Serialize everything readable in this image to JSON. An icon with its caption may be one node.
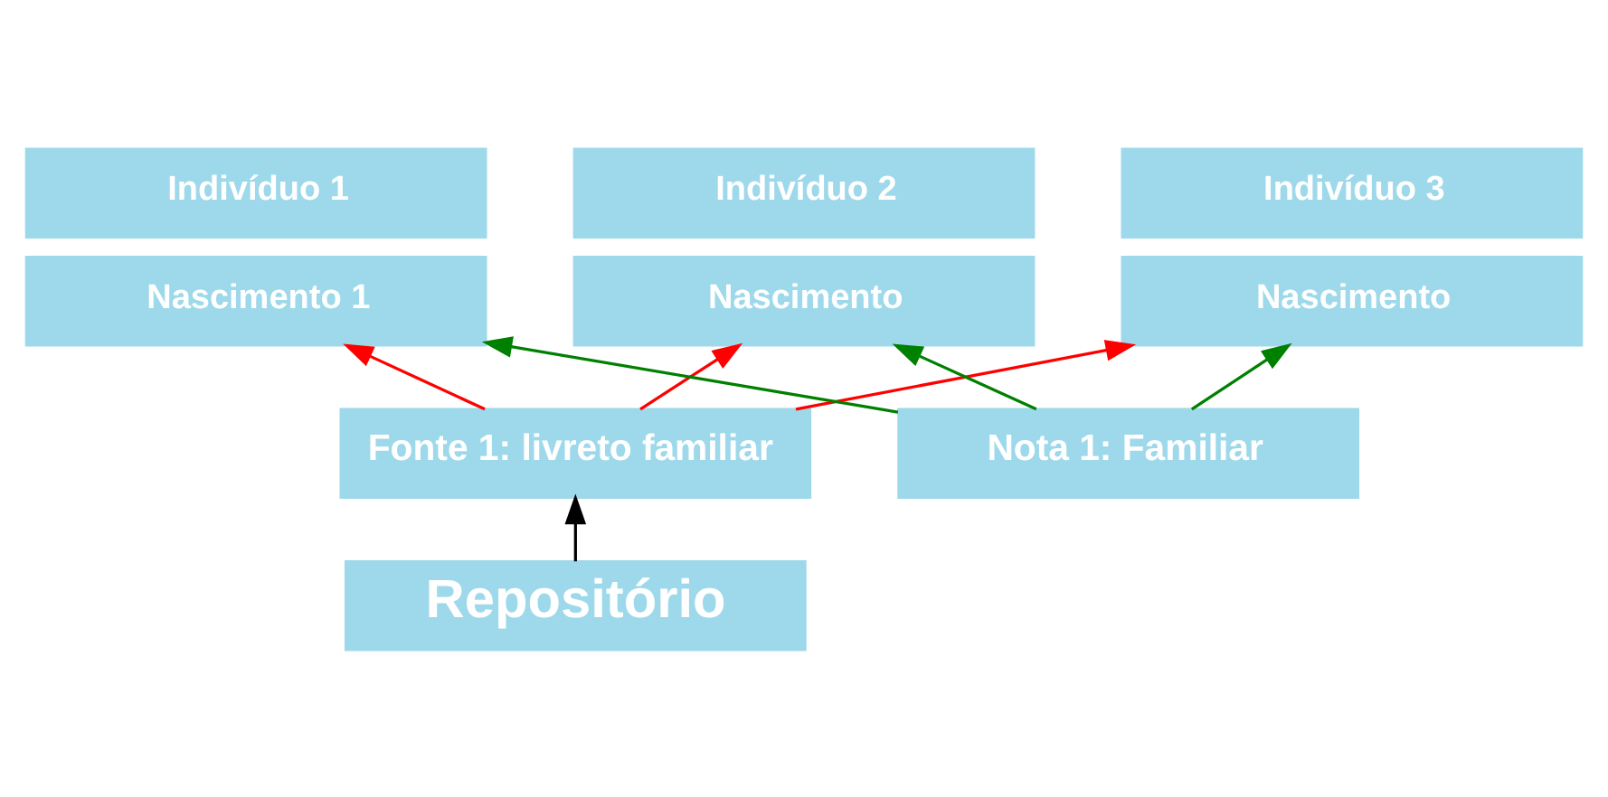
{
  "diagram": {
    "nodes": [
      {
        "text": [
          "Indivíduo 1"
        ]
      },
      {
        "text": [
          "Nascimento 1"
        ]
      },
      {
        "text": [
          "Indivíduo 2"
        ]
      },
      {
        "text": [
          "Nascimento"
        ]
      },
      {
        "text": [
          "Indivíduo 3"
        ]
      },
      {
        "text": [
          "Nascimento"
        ]
      },
      {
        "text": [
          "Fonte 1: livreto familiar"
        ]
      },
      {
        "text": [
          "Nota 1: Familiar"
        ]
      },
      {
        "text": [
          "Repositório"
        ]
      }
    ],
    "edges": [
      {
        "from": 6,
        "to": 1,
        "arrow": "to",
        "color": "#ff0000"
      },
      {
        "from": 6,
        "to": 3,
        "arrow": "to",
        "color": "#ff0000"
      },
      {
        "from": 6,
        "to": 5,
        "arrow": "to",
        "color": "#ff0000"
      },
      {
        "from": 7,
        "to": 1,
        "arrow": "to",
        "color": "#008000"
      },
      {
        "from": 7,
        "to": 3,
        "arrow": "to",
        "color": "#008000"
      },
      {
        "from": 7,
        "to": 5,
        "arrow": "to",
        "color": "#008000"
      },
      {
        "from": 8,
        "to": 6,
        "arrow": "to",
        "color": "#000000"
      }
    ]
  }
}
